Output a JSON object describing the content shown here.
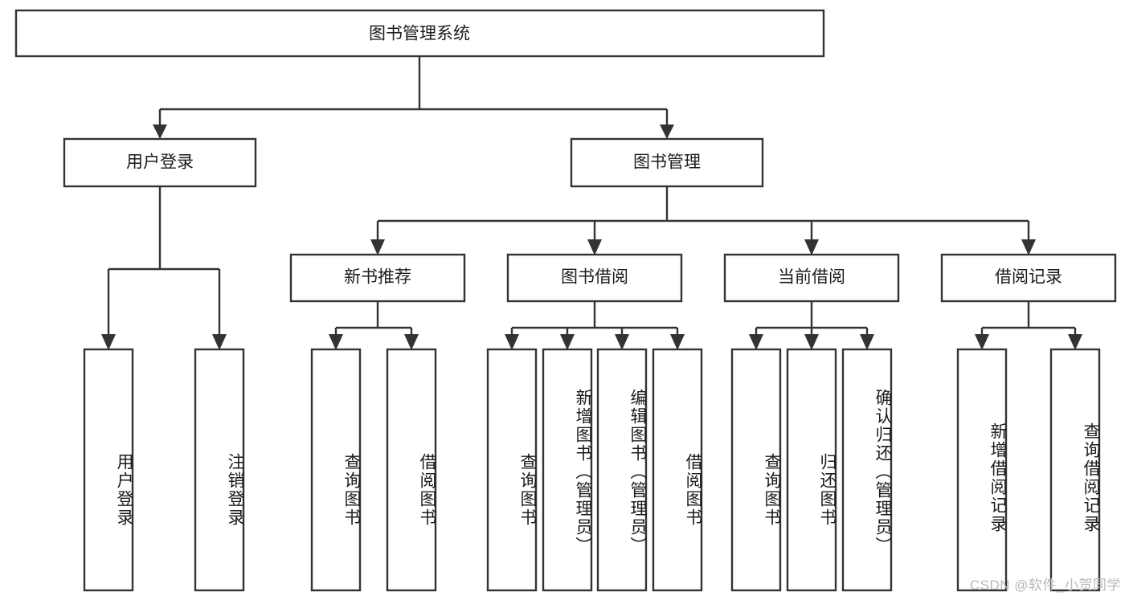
{
  "diagram": {
    "type": "tree-hierarchy-chart",
    "title": "图书管理系统",
    "watermark": "CSDN @软件_小贺同学",
    "colors": {
      "background": "#ffffff",
      "box_stroke": "#333333",
      "connector": "#333333",
      "text": "#1b1b1b",
      "watermark": "#b8b8b8"
    },
    "root": {
      "label": "图书管理系统"
    },
    "level2": [
      {
        "label": "用户登录"
      },
      {
        "label": "图书管理"
      }
    ],
    "level3": [
      {
        "label": "新书推荐"
      },
      {
        "label": "图书借阅"
      },
      {
        "label": "当前借阅"
      },
      {
        "label": "借阅记录"
      }
    ],
    "leaves": {
      "user_login": [
        {
          "label": "用户登录"
        },
        {
          "label": "注销登录"
        }
      ],
      "new_book_recommend": [
        {
          "label": "查询图书"
        },
        {
          "label": "借阅图书"
        }
      ],
      "book_borrow": [
        {
          "label": "查询图书"
        },
        {
          "label": "新增图书（管理员）"
        },
        {
          "label": "编辑图书（管理员）"
        },
        {
          "label": "借阅图书"
        }
      ],
      "current_borrow": [
        {
          "label": "查询图书"
        },
        {
          "label": "归还图书"
        },
        {
          "label": "确认归还（管理员）"
        }
      ],
      "borrow_record": [
        {
          "label": "新增借阅记录"
        },
        {
          "label": "查询借阅记录"
        }
      ]
    }
  }
}
